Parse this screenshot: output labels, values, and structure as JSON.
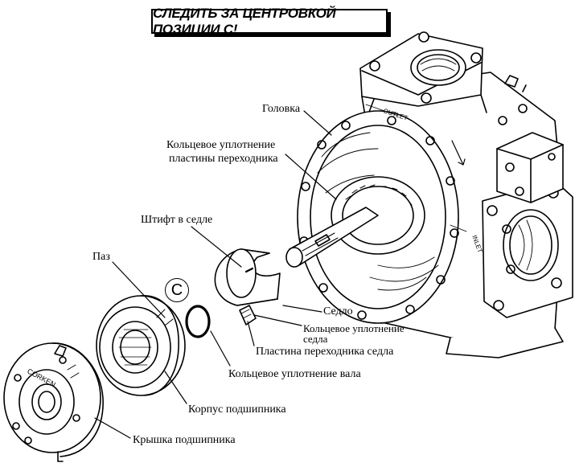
{
  "title": "СЛЕДИТЬ ЗА ЦЕНТРОВКОЙ ПОЗИЦИИ С!",
  "callout_letter": "C",
  "labels": {
    "head": "Головка",
    "adapter_plate_oring_1": "Кольцевое уплотнение",
    "adapter_plate_oring_2": "пластины переходника",
    "seat_pin": "Штифт в седле",
    "slot": "Паз",
    "seat": "Седло",
    "seat_oring_1": "Кольцевое уплотнение",
    "seat_oring_2": "седла",
    "seat_adapter_plate": "Пластина переходника седла",
    "shaft_oring": "Кольцевое уплотнение вала",
    "bearing_housing": "Корпус подшипника",
    "bearing_cover": "Крышка подшипника"
  },
  "part_markings": {
    "outlet": "OUTLET",
    "inlet": "INLET",
    "brand": "CORKEN"
  }
}
